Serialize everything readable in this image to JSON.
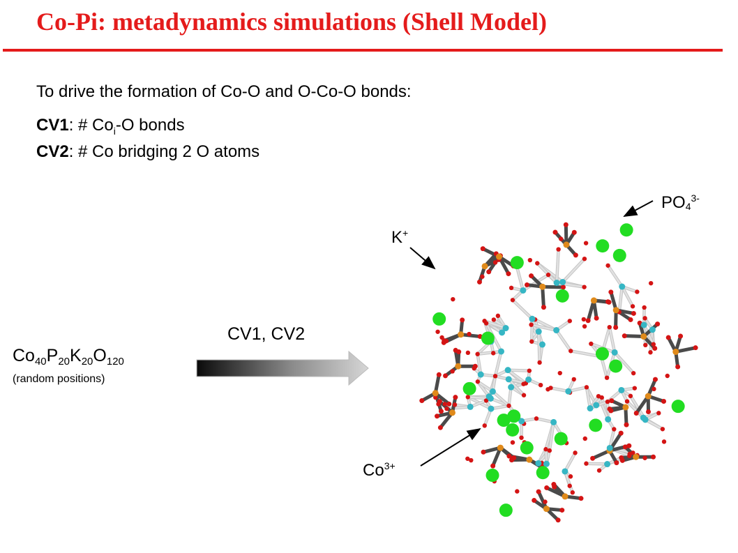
{
  "slide": {
    "title": "Co-Pi: metadynamics simulations (Shell Model)",
    "intro": "To drive the formation of Co-O and O-Co-O bonds:",
    "cv1": {
      "label": "CV1",
      "text_before": ": # Co",
      "subscript": "i",
      "text_after": "-O bonds"
    },
    "cv2": {
      "label": "CV2",
      "text": ": # Co bridging 2 O atoms"
    }
  },
  "system": {
    "formula_parts": [
      {
        "el": "Co",
        "n": "40"
      },
      {
        "el": "P",
        "n": "20"
      },
      {
        "el": "K",
        "n": "20"
      },
      {
        "el": "O",
        "n": "120"
      }
    ],
    "note": "(random positions)"
  },
  "arrow": {
    "label": "CV1, CV2"
  },
  "labels": {
    "k": {
      "base": "K",
      "sup": "+"
    },
    "po4": {
      "base": "PO",
      "sub": "4",
      "sup": "3-"
    },
    "co": {
      "base": "Co",
      "sup": "3+"
    }
  },
  "colors": {
    "title": "#e41b1b",
    "potassium": "#22dd22",
    "phosphorus": "#e08a1a",
    "oxygen": "#d41414",
    "cobalt": "#36b6c4",
    "bond_shell": "#e2e2e2",
    "bond_phosphate": "#4a4a4a"
  }
}
